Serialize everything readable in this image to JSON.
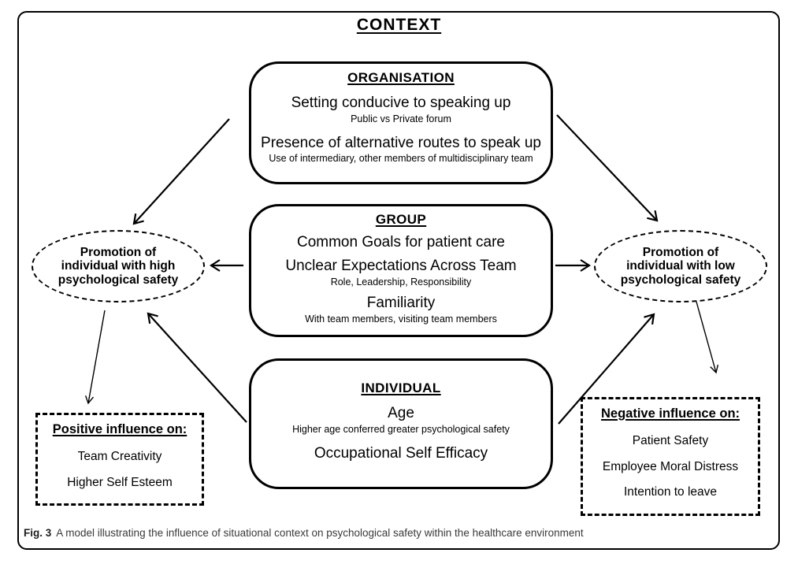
{
  "figure": {
    "title": "CONTEXT",
    "boxes": {
      "organisation": {
        "heading": "ORGANISATION",
        "items": [
          {
            "main": "Setting conducive to speaking up",
            "sub": "Public vs Private forum"
          },
          {
            "main": "Presence of alternative routes to speak up",
            "sub": "Use of intermediary, other members of multidisciplinary team"
          }
        ]
      },
      "group": {
        "heading": "GROUP",
        "items": [
          {
            "main": "Common Goals for patient care",
            "sub": ""
          },
          {
            "main": "Unclear Expectations Across Team",
            "sub": "Role, Leadership, Responsibility"
          },
          {
            "main": "Familiarity",
            "sub": "With team members, visiting team members"
          }
        ]
      },
      "individual": {
        "heading": "INDIVIDUAL",
        "items": [
          {
            "main": "Age",
            "sub": "Higher age conferred greater psychological safety"
          },
          {
            "main": "Occupational Self Efficacy",
            "sub": ""
          }
        ]
      }
    },
    "ellipses": {
      "high": {
        "lines": [
          "Promotion of",
          "individual with high",
          "psychological safety"
        ]
      },
      "low": {
        "lines": [
          "Promotion of",
          "individual with low",
          "psychological safety"
        ]
      }
    },
    "outcomes": {
      "positive": {
        "heading": "Positive influence on:",
        "items": [
          "Team Creativity",
          "Higher Self Esteem"
        ]
      },
      "negative": {
        "heading": "Negative influence on:",
        "items": [
          "Patient Safety",
          "Employee Moral Distress",
          "Intention to leave"
        ]
      }
    },
    "caption": {
      "label": "Fig. 3",
      "text": "A model illustrating the influence of situational context on psychological safety within the healthcare environment"
    }
  },
  "colors": {
    "ink": "#000000",
    "caption_text": "#3a3a3a",
    "background": "#ffffff"
  }
}
